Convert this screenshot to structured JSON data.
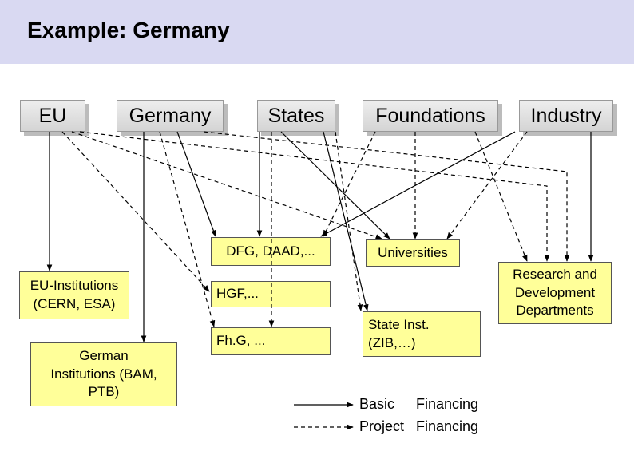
{
  "title": "Example: Germany",
  "sources": {
    "eu": "EU",
    "germany": "Germany",
    "states": "States",
    "foundations": "Foundations",
    "industry": "Industry"
  },
  "targets": {
    "dfg": "DFG, DAAD,...",
    "universities": "Universities",
    "eu_institutions": "EU-Institutions\n(CERN, ESA)",
    "hgf": "HGF,...",
    "research": "Research and\nDevelopment\nDepartments",
    "german_institutions": "German\nInstitutions (BAM,\nPTB)",
    "fhg": "Fh.G, ...",
    "state_inst": "State Inst.\n(ZIB,…)"
  },
  "legend": {
    "basic_word1": "Basic",
    "basic_word2": "Financing",
    "project_word1": "Project",
    "project_word2": "Financing"
  },
  "colors": {
    "title_bar": "#d9d9f2",
    "target_fill": "#ffff99",
    "source_fill": "#e2e2e2"
  }
}
